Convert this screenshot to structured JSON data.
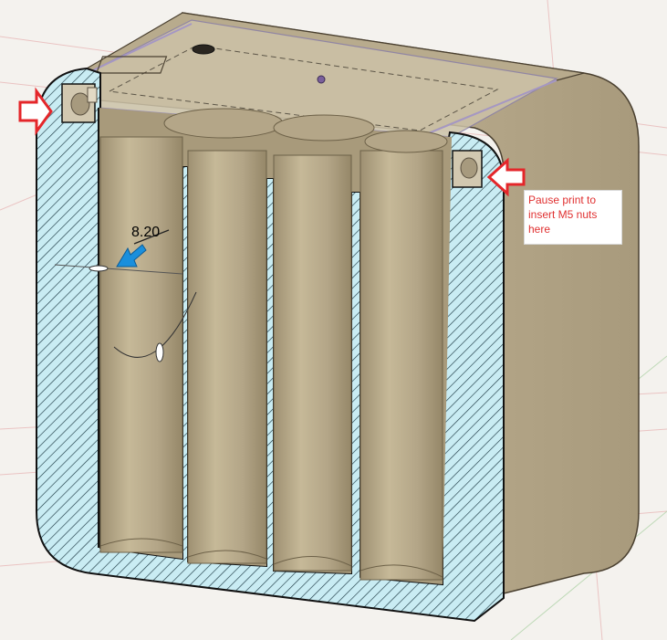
{
  "dimension": {
    "value": "8.20"
  },
  "annotation": {
    "lines": [
      "Pause print to",
      "insert M5 nuts",
      "here"
    ]
  },
  "colors": {
    "background": "#f4f2ee",
    "model_body": "#b6a88a",
    "model_body_light": "#c8bb9d",
    "section_fill": "#c9ecf3",
    "hatch": "#1e3a44",
    "arrow_red": "#e4262a",
    "dimension_arrow": "#1a8fdc",
    "note_text": "#e03030",
    "grid": "#e6a6a6"
  },
  "icons": [
    "left-arrow-marker",
    "right-arrow-marker",
    "dimension-arrow",
    "nut-pocket"
  ]
}
